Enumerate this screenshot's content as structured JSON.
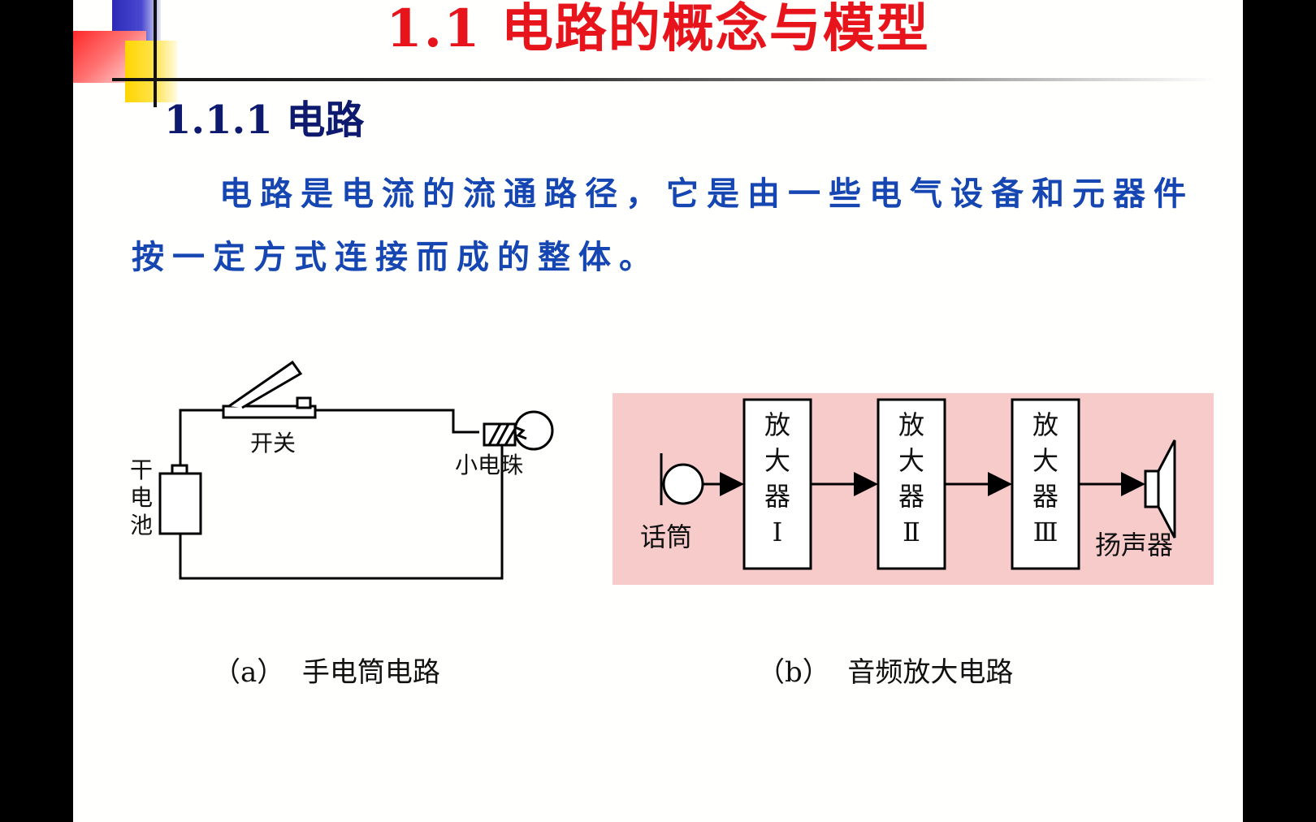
{
  "slide": {
    "title": "1.1  电路的概念与模型",
    "subtitle": "1.1.1  电路",
    "paragraph": "电路是电流的流通路径，它是由一些电气设备和元器件按一定方式连接而成的整体。"
  },
  "figure_a": {
    "label_switch": "开关",
    "label_battery": [
      "干",
      "电",
      "池"
    ],
    "label_bulb": "小电珠",
    "caption": "（a）  手电筒电路"
  },
  "figure_b": {
    "background": "#f8cbcb",
    "label_mic": "话筒",
    "label_speaker": "扬声器",
    "amplifiers": [
      {
        "lines": [
          "放",
          "大",
          "器",
          "Ⅰ"
        ]
      },
      {
        "lines": [
          "放",
          "大",
          "器",
          "Ⅱ"
        ]
      },
      {
        "lines": [
          "放",
          "大",
          "器",
          "Ⅲ"
        ]
      }
    ],
    "caption": "（b）  音频放大电路"
  },
  "colors": {
    "title": "#e8141c",
    "subtitle": "#0d1a6e",
    "paragraph": "#1546b2"
  }
}
